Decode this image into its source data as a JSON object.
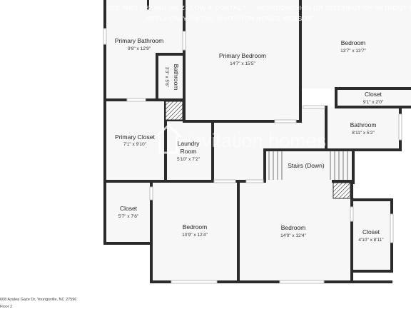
{
  "banner": {
    "line1": "SEE THIS LISTING ON ZILLOW & CONTACT ... REPRODUCTION OR DISTRIBUTION WITHOUT PERMISSION IS PROHIBITED",
    "line2": "APPLY ONLY ON THE INVITATION HOMES WEBSITE"
  },
  "watermark": {
    "text": "invitation homes"
  },
  "rooms": {
    "primary_bathroom": {
      "name": "Primary Bathroom",
      "dim": "9'8\" x 12'9\""
    },
    "bathroom_small": {
      "name": "Bathroom",
      "dim": "3'3\" x 5'6\""
    },
    "primary_bedroom": {
      "name": "Primary Bedroom",
      "dim": "14'7\" x 15'5\""
    },
    "bedroom_ne": {
      "name": "Bedroom",
      "dim": "13'7\" x 13'7\""
    },
    "closet_ne": {
      "name": "Closet",
      "dim": "9'1\" x 2'0\""
    },
    "bathroom_e": {
      "name": "Bathroom",
      "dim": "8'11\" x 5'2\""
    },
    "primary_closet": {
      "name": "Primary Closet",
      "dim": "7'1\" x 9'10\""
    },
    "laundry": {
      "name_line1": "Laundry",
      "name_line2": "Room",
      "dim": "5'10\" x 7'2\""
    },
    "stairs": {
      "name": "Stairs (Down)"
    },
    "closet_w": {
      "name": "Closet",
      "dim": "5'7\" x 7'6\""
    },
    "bedroom_sw": {
      "name": "Bedroom",
      "dim": "10'9\" x 12'4\""
    },
    "bedroom_s": {
      "name": "Bedroom",
      "dim": "14'0\" x 12'4\""
    },
    "closet_se": {
      "name": "Closet",
      "dim": "4'10\" x 8'11\""
    }
  },
  "footer": {
    "address": "608 Azalea Gaze Dr, Youngsville, NC 27596",
    "floor": "Floor 2"
  },
  "colors": {
    "wall": "#2b2b2b",
    "floor": "#f7f7f7",
    "background": "#ffffff"
  }
}
